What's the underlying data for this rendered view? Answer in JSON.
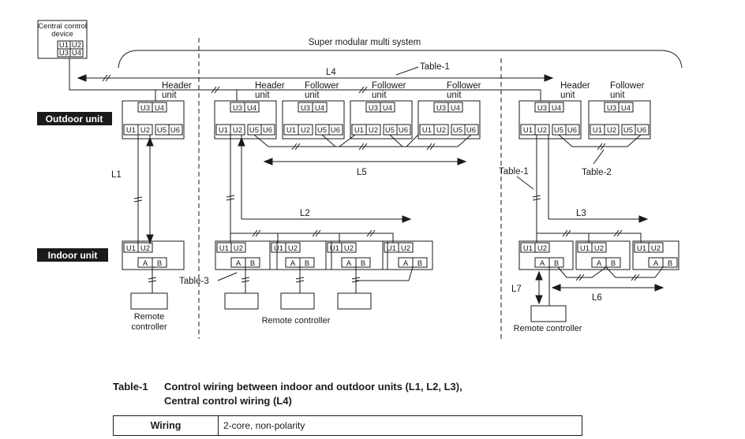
{
  "central_device": {
    "line1": "Central control",
    "line2": "device",
    "ports": [
      "U1",
      "U2",
      "U3",
      "U4"
    ]
  },
  "system_label": "Super modular multi system",
  "row_labels": {
    "outdoor": "Outdoor unit",
    "indoor": "Indoor unit"
  },
  "unit_labels": {
    "header": "Header",
    "follower": "Follower",
    "unit": "unit"
  },
  "ports": {
    "u1": "U1",
    "u2": "U2",
    "u3": "U3",
    "u4": "U4",
    "u5": "U5",
    "u6": "U6",
    "a": "A",
    "b": "B"
  },
  "line_labels": {
    "L1": "L1",
    "L2": "L2",
    "L3": "L3",
    "L4": "L4",
    "L5": "L5",
    "L6": "L6",
    "L7": "L7"
  },
  "table_refs": {
    "table1": "Table-1",
    "table2": "Table-2",
    "table3": "Table-3"
  },
  "remote": {
    "line1": "Remote",
    "line2": "controller",
    "full": "Remote controller"
  },
  "caption": {
    "label": "Table-1",
    "line1": "Control wiring between indoor and outdoor units (L1, L2, L3),",
    "line2": "Central control wiring (L4)"
  },
  "table": {
    "key": "Wiring",
    "value": "2-core, non-polarity"
  }
}
